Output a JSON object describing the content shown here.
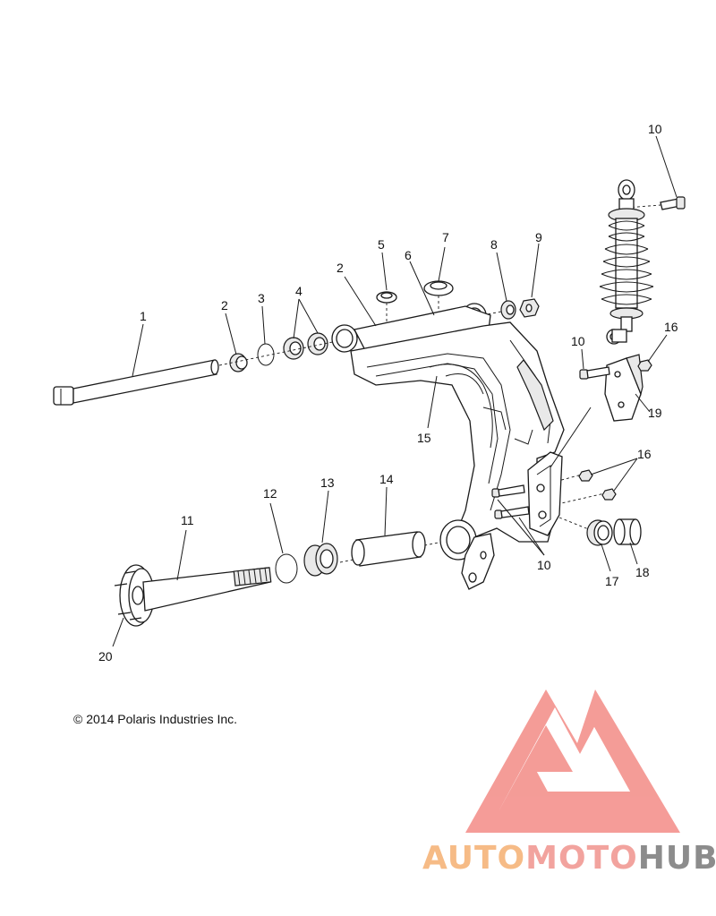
{
  "copyright": "© 2014 Polaris Industries Inc.",
  "watermark": {
    "part1": "AUTO",
    "part2": "MOTO",
    "part3": "HUB",
    "color_auto": "#f6bb86",
    "color_moto": "#f2a39e",
    "color_hub": "#8c8c8c",
    "logo_color": "#f38b86"
  },
  "callouts": {
    "c1": "1",
    "c2a": "2",
    "c3": "3",
    "c4": "4",
    "c2b": "2",
    "c5": "5",
    "c6": "6",
    "c7": "7",
    "c8": "8",
    "c9": "9",
    "c10a": "10",
    "c10b": "10",
    "c10c": "10",
    "c16a": "16",
    "c16b": "16",
    "c19": "19",
    "c15": "15",
    "c11": "11",
    "c12": "12",
    "c13": "13",
    "c14": "14",
    "c17": "17",
    "c18": "18",
    "c20": "20"
  }
}
